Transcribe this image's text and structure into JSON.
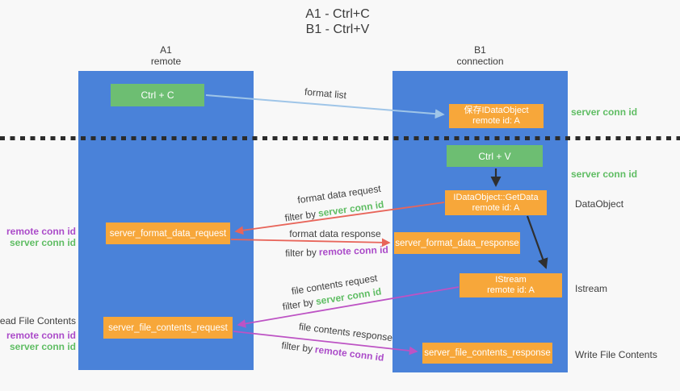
{
  "title": {
    "line1": "A1 - Ctrl+C",
    "line2": "B1 - Ctrl+V"
  },
  "lanes": [
    {
      "name": "A1",
      "subtitle": "remote"
    },
    {
      "name": "B1",
      "subtitle": "connection"
    }
  ],
  "nodes": {
    "ctrl_c": {
      "label": "Ctrl + C"
    },
    "save_dataobject": {
      "line1": "保存IDataObject",
      "line2": "remote id: A"
    },
    "ctrl_v": {
      "label": "Ctrl + V"
    },
    "getdata": {
      "line1": "IDataObject::GetData",
      "line2": "remote id: A"
    },
    "format_request": {
      "label": "server_format_data_request"
    },
    "format_response": {
      "label": "server_format_data_response"
    },
    "istream": {
      "line1": "IStream",
      "line2": "remote id: A"
    },
    "file_request": {
      "label": "server_file_contents_request"
    },
    "file_response": {
      "label": "server_file_contents_response"
    }
  },
  "labels": {
    "format_list": "format list",
    "format_data_request": "format data request",
    "format_data_response": "format data response",
    "file_contents_request": "file contents request",
    "file_contents_response": "file contents response",
    "filter_by": "filter by",
    "server_conn_id": "server conn id",
    "remote_conn_id": "remote conn id"
  },
  "side_labels": {
    "server_conn_id_top": "server conn id",
    "server_conn_id_mid": "server conn id",
    "dataobject": "DataObject",
    "istream": "Istream",
    "write_file_contents": "Write File Contents",
    "read_file_contents": "Read File Contents",
    "remote_conn_id_upper": "remote conn id",
    "server_conn_id_upper": "server conn id",
    "remote_conn_id_lower": "remote conn id",
    "server_conn_id_lower": "server conn id"
  },
  "colors": {
    "background": "#f8f8f8",
    "lane_blue": "#4a82d9",
    "box_orange": "#f7a73a",
    "box_green": "#6dbe72",
    "text_dark": "#3d3d3d",
    "green_label": "#5fbd63",
    "purple_label": "#ab4bc9",
    "arrow_red": "#e8655a",
    "arrow_purple": "#bd53c4",
    "arrow_lightblue": "#9fc5e8",
    "arrow_black": "#2f2f2f",
    "separator": "#2b2b2b",
    "box_text": "#ffffff"
  }
}
